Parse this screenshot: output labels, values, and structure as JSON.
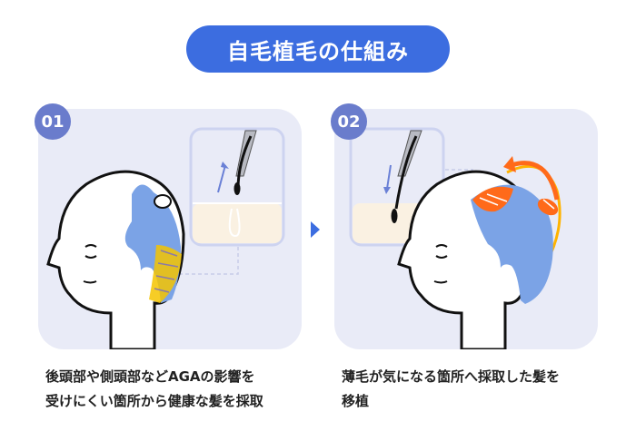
{
  "title": "自毛植毛の仕組み",
  "steps": [
    {
      "number": "01",
      "caption_line1": "後頭部や側頭部などAGAの影響を",
      "caption_line2": "受けにくい箇所から健康な髪を採取"
    },
    {
      "number": "02",
      "caption_line1": "薄毛が気になる箇所へ採取した髪を",
      "caption_line2": "移植"
    }
  ],
  "colors": {
    "title_bg": "#3c6de0",
    "badge": "#6a7ccc",
    "panel": "#e9ebf7",
    "hair": "#7ba3e6",
    "donor": "#f5c400",
    "recipient": "#ff6a1a"
  }
}
